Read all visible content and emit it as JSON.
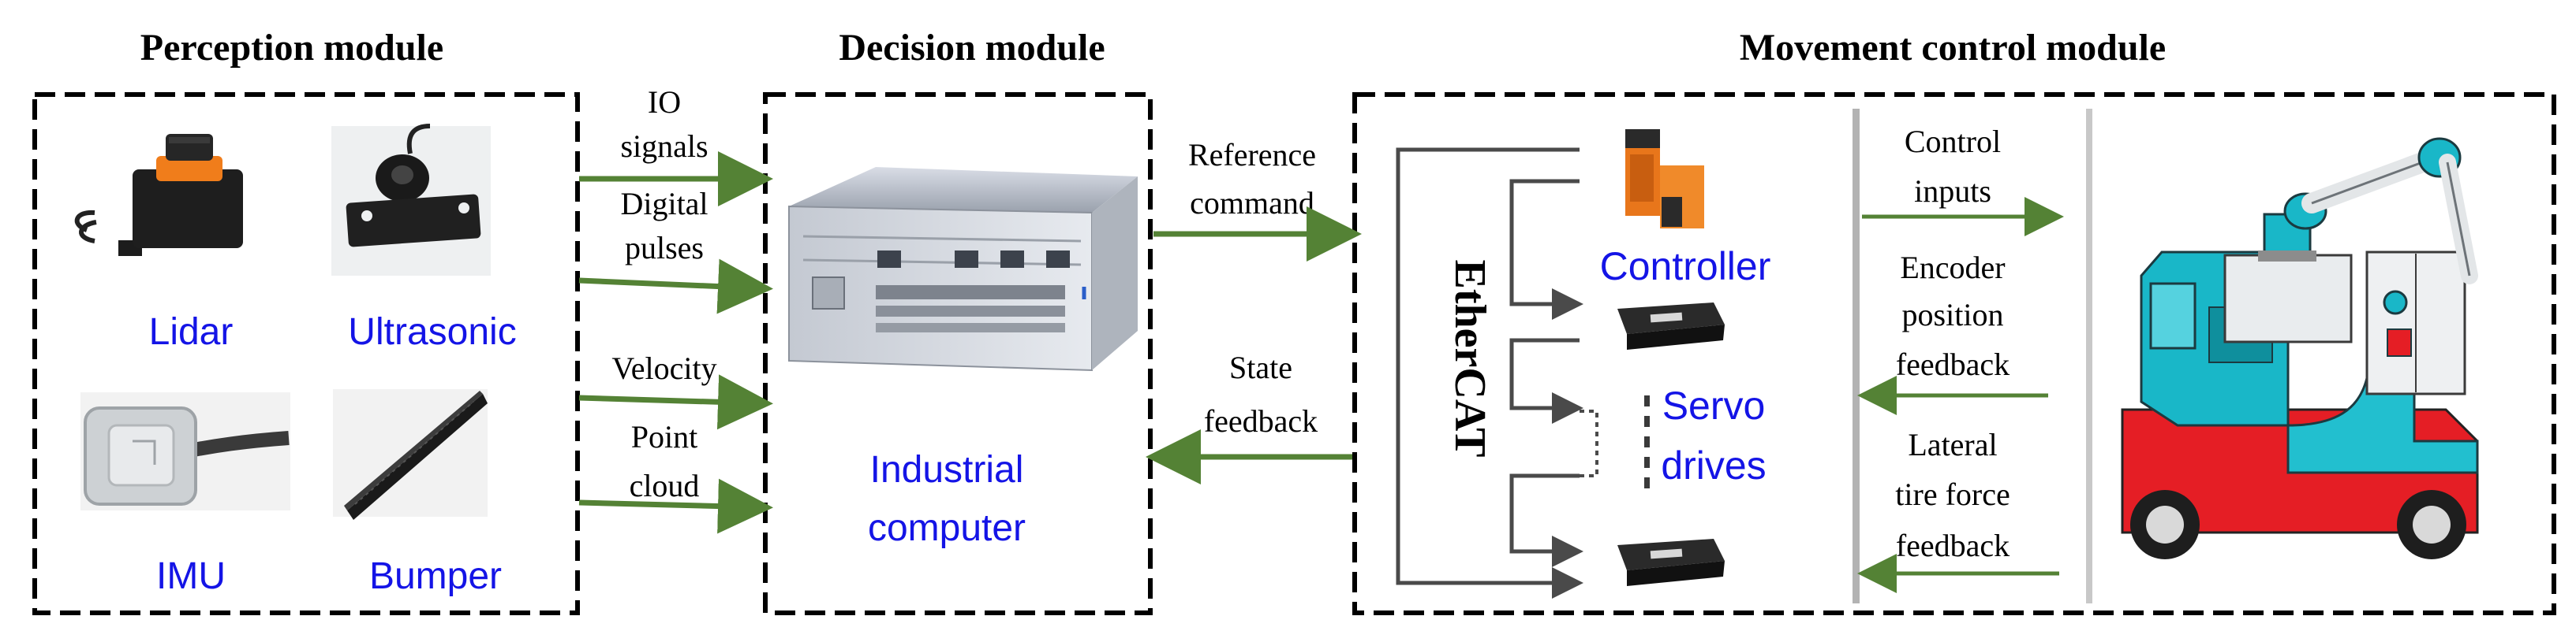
{
  "modules": {
    "perception": {
      "title": "Perception module",
      "sensors": [
        {
          "label": "Lidar"
        },
        {
          "label": "Ultrasonic"
        },
        {
          "label": "IMU"
        },
        {
          "label": "Bumper"
        }
      ]
    },
    "decision": {
      "title": "Decision module",
      "computer_label_line1": "Industrial",
      "computer_label_line2": "computer"
    },
    "movement": {
      "title": "Movement control module",
      "bus_label": "EtherCAT",
      "controller_label": "Controller",
      "servo_label_line1": "Servo",
      "servo_label_line2": "drives"
    }
  },
  "signals_in": [
    {
      "line1": "IO",
      "line2": "signals"
    },
    {
      "line1": "Digital",
      "line2": "pulses"
    },
    {
      "line1": "Velocity",
      "line2": ""
    },
    {
      "line1": "Point",
      "line2": "cloud"
    }
  ],
  "decision_to_control": {
    "line1": "Reference",
    "line2": "command"
  },
  "control_to_decision": {
    "line1": "State",
    "line2": "feedback"
  },
  "vehicle_signals": {
    "control_inputs": {
      "line1": "Control",
      "line2": "inputs"
    },
    "encoder_feedback": {
      "line1": "Encoder",
      "line2": "position",
      "line3": "feedback"
    },
    "tire_feedback": {
      "line1": "Lateral",
      "line2": "tire force",
      "line3": "feedback"
    }
  },
  "colors": {
    "arrow_green": "#548235",
    "label_blue": "#1414e6",
    "text_black": "#000000",
    "controller_orange": "#e8761b",
    "vehicle_cyan": "#19b7c8",
    "vehicle_red": "#e51e25"
  }
}
